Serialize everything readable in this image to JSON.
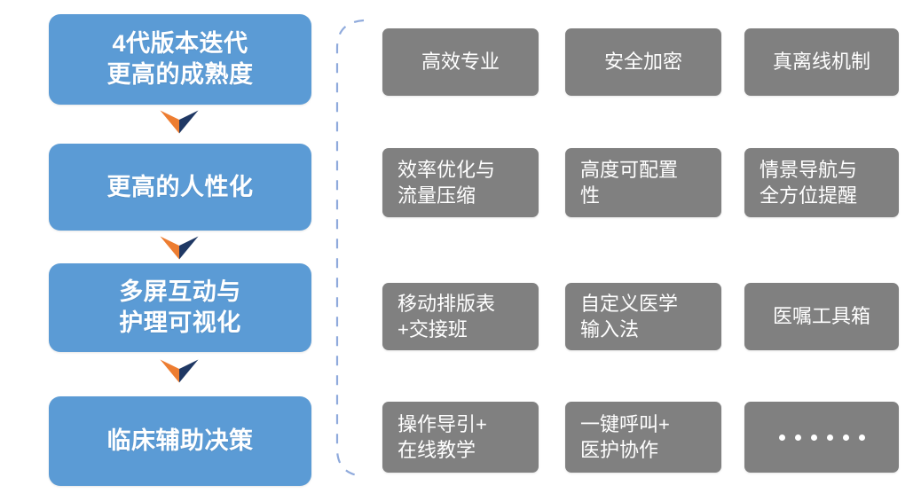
{
  "theme": {
    "background": "#FFFFFF",
    "stage_fill": "#5B9BD5",
    "stage_text": "#FFFFFF",
    "feature_fill": "#808080",
    "feature_text": "#FFFFFF",
    "arrow_left_color": "#ED7D31",
    "arrow_right_color": "#1F3864",
    "bracket_color": "#8FAADC"
  },
  "stages": [
    {
      "id": "stage-0",
      "label": "4代版本迭代\n更高的成熟度"
    },
    {
      "id": "stage-1",
      "label": "更高的人性化"
    },
    {
      "id": "stage-2",
      "label": "多屏互动与\n护理可视化"
    },
    {
      "id": "stage-3",
      "label": "临床辅助决策"
    }
  ],
  "arrows": [
    {
      "id": "chevron-0",
      "name": "stage-arrow-1"
    },
    {
      "id": "chevron-1",
      "name": "stage-arrow-2"
    },
    {
      "id": "chevron-2",
      "name": "stage-arrow-3"
    }
  ],
  "bracket": {
    "name": "dashed-bracket",
    "style": "dashed",
    "orientation": "left-facing",
    "color": "#8FAADC"
  },
  "features": {
    "columns": 3,
    "rows": 4,
    "items": [
      {
        "id": "feature-0",
        "row": 1,
        "col": 1,
        "label": "高效专业",
        "align": "center"
      },
      {
        "id": "feature-1",
        "row": 1,
        "col": 2,
        "label": "安全加密",
        "align": "center"
      },
      {
        "id": "feature-2",
        "row": 1,
        "col": 3,
        "label": "真离线机制",
        "align": "center"
      },
      {
        "id": "feature-3",
        "row": 2,
        "col": 1,
        "label": "效率优化与\n流量压缩",
        "align": "leading"
      },
      {
        "id": "feature-4",
        "row": 2,
        "col": 2,
        "label": "高度可配置\n性",
        "align": "leading"
      },
      {
        "id": "feature-5",
        "row": 2,
        "col": 3,
        "label": "情景导航与\n全方位提醒",
        "align": "leading"
      },
      {
        "id": "feature-6",
        "row": 3,
        "col": 1,
        "label": "移动排版表\n+交接班",
        "align": "leading"
      },
      {
        "id": "feature-7",
        "row": 3,
        "col": 2,
        "label": "自定义医学\n输入法",
        "align": "leading"
      },
      {
        "id": "feature-8",
        "row": 3,
        "col": 3,
        "label": "医嘱工具箱",
        "align": "center"
      },
      {
        "id": "feature-9",
        "row": 4,
        "col": 1,
        "label": "操作导引+\n在线教学",
        "align": "leading"
      },
      {
        "id": "feature-10",
        "row": 4,
        "col": 2,
        "label": "一键呼叫+\n医护协作",
        "align": "leading"
      },
      {
        "id": "feature-11",
        "row": 4,
        "col": 3,
        "label": "",
        "align": "center",
        "kind": "dots",
        "dot_count": 6
      }
    ]
  }
}
